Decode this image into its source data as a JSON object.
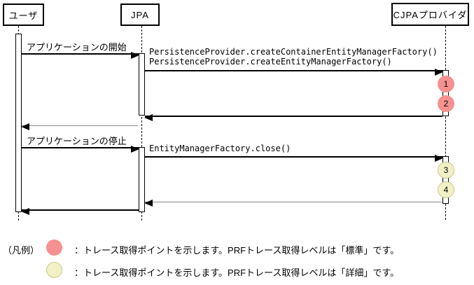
{
  "diagram": {
    "actors": [
      {
        "label": "ユーザ"
      },
      {
        "label": "JPA"
      },
      {
        "label": "CJPAプロバイダ"
      }
    ],
    "messages": {
      "app_start": "アプリケーションの開始",
      "create_container_emf": "PersistenceProvider.createContainerEntityManagerFactory()",
      "create_emf": "PersistenceProvider.createEntityManagerFactory()",
      "app_stop": "アプリケーションの停止",
      "emf_close": "EntityManagerFactory.close()"
    },
    "trace_points": [
      {
        "number": "1",
        "level": "standard"
      },
      {
        "number": "2",
        "level": "standard"
      },
      {
        "number": "3",
        "level": "detailed"
      },
      {
        "number": "4",
        "level": "detailed"
      }
    ],
    "colors": {
      "standard_trace_fill": "#F59190",
      "detailed_trace_fill": "#F2F0C6",
      "detailed_trace_border": "#CCCA8E",
      "line_black": "#000000",
      "return_line_gray": "#8A8A8A"
    }
  },
  "legend": {
    "title": "（凡例）",
    "items": [
      {
        "marker": "standard",
        "text": "：トレース取得ポイントを示します。PRFトレース取得レベルは「標準」です。"
      },
      {
        "marker": "detailed",
        "text": "：トレース取得ポイントを示します。PRFトレース取得レベルは「詳細」です。"
      }
    ]
  }
}
